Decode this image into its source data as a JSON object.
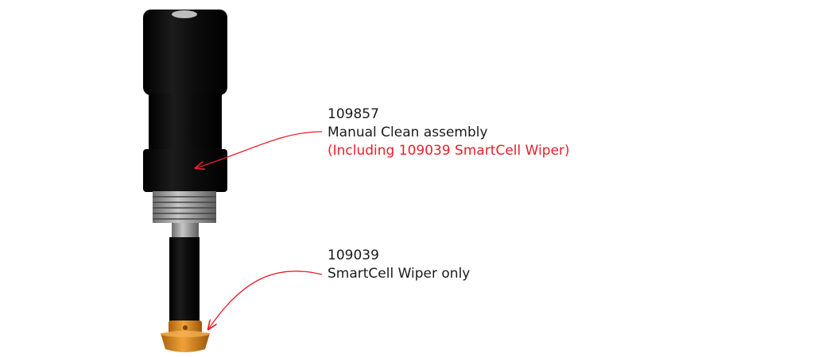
{
  "callouts": [
    {
      "part_number": "109857",
      "name": "Manual Clean assembly",
      "note": "(Including 109039 SmartCell Wiper)"
    },
    {
      "part_number": "109039",
      "name": "SmartCell Wiper only"
    }
  ],
  "colors": {
    "text": "#1a1a1a",
    "accent_red": "#e8202a",
    "body_black": "#0c0c0c",
    "thread_grey": "#8f8f8f",
    "wiper_orange": "#d98a1f"
  }
}
